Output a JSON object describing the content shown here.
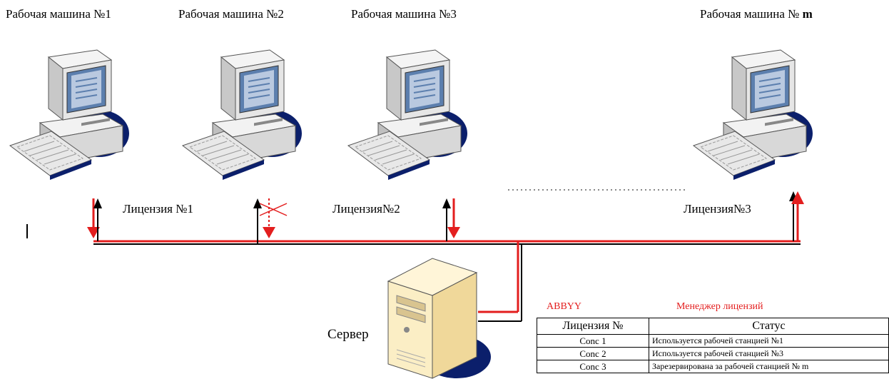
{
  "machines": [
    {
      "label": "Рабочая машина №1"
    },
    {
      "label": "Рабочая машина №2"
    },
    {
      "label": "Рабочая машина №3"
    },
    {
      "label_prefix": "Рабочая машина № ",
      "label_suffix": "m"
    }
  ],
  "licenses": {
    "lic1": "Лицензия №1",
    "lic2": "Лицензия№2",
    "lic3": "Лицензия№3"
  },
  "server": {
    "label": "Сервер"
  },
  "manager": {
    "brand": "ABBYY",
    "title": "Менеджер лицензий",
    "headers": {
      "license": "Лицензия №",
      "status": "Статус"
    },
    "rows": [
      {
        "license": "Conc 1",
        "status": "Используется рабочей станцией №1"
      },
      {
        "license": "Conc 2",
        "status": "Используется рабочей станцией №3"
      },
      {
        "license": "Conc 3",
        "status": "Зарезервирована за рабочей станцией № m"
      }
    ]
  },
  "colors": {
    "network_red": "#e31e1e",
    "line_black": "#000000",
    "shadow_navy": "#0b1f6b"
  }
}
